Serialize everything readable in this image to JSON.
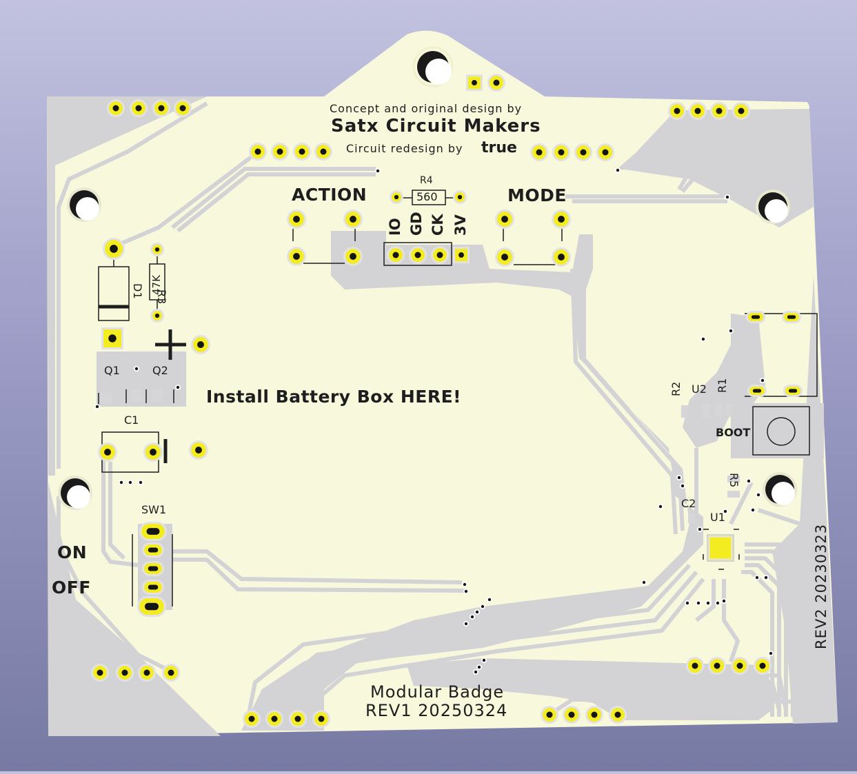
{
  "board": {
    "colors": {
      "substrate": "#f8f8dd",
      "copper": "#d3d3d6",
      "pad_ring": "#f2ec20",
      "silk": "#1e1e1e",
      "background_top": "#c2c2e0",
      "background_bottom": "#777aa3"
    },
    "credits": {
      "concept": "Concept and original design by",
      "org": "Satx Circuit Makers",
      "redesign_prefix": "Circuit redesign by",
      "redesigner": "true"
    },
    "buttons": {
      "action": "ACTION",
      "mode": "MODE",
      "boot": "BOOT"
    },
    "header_pins": [
      "IO",
      "GD",
      "CK",
      "3V"
    ],
    "power_labels": {
      "on": "ON",
      "off": "OFF"
    },
    "battery_note": "Install Battery Box HERE!",
    "refs": {
      "r4": "R4",
      "r4_value": "560",
      "r3": "R3",
      "r3_value": "47K",
      "d1": "D1",
      "q1": "Q1",
      "q2": "Q2",
      "c1": "C1",
      "c2": "C2",
      "sw1": "SW1",
      "r1": "R1",
      "r2": "R2",
      "u1": "U1",
      "u2": "U2",
      "r5": "R5"
    },
    "footer": {
      "name": "Modular Badge",
      "rev1": "REV1 20250324",
      "rev2": "REV2 20230323"
    }
  }
}
